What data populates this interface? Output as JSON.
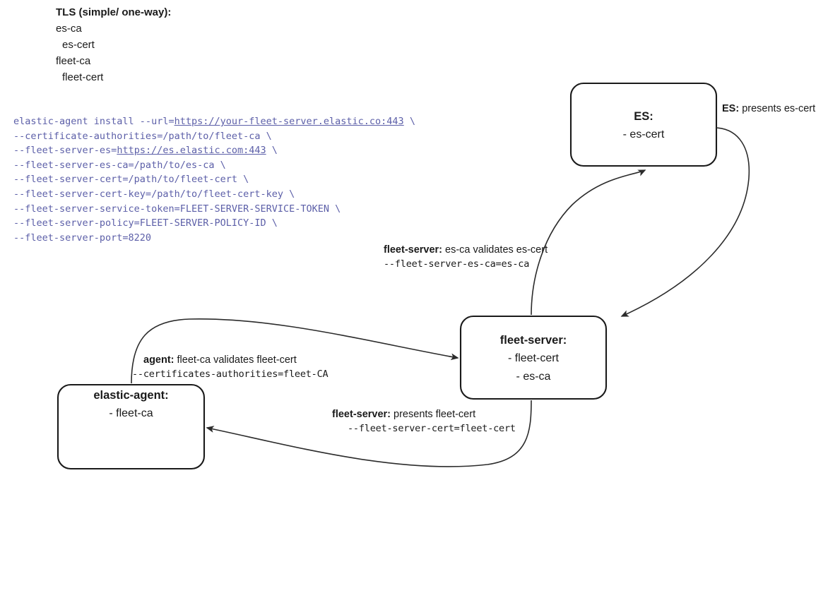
{
  "legend": {
    "title": "TLS (simple/ one-way):",
    "lines": [
      "es-ca",
      "es-cert",
      "fleet-ca",
      "fleet-cert"
    ]
  },
  "command": {
    "lines": [
      {
        "pre": "elastic-agent install --url=",
        "link": "https://your-fleet-server.elastic.co:443",
        "post": " \\"
      },
      {
        "pre": "--certificate-authorities=/path/to/fleet-ca \\",
        "link": "",
        "post": ""
      },
      {
        "pre": "--fleet-server-es=",
        "link": "https://es.elastic.com:443",
        "post": " \\"
      },
      {
        "pre": "--fleet-server-es-ca=/path/to/es-ca \\",
        "link": "",
        "post": ""
      },
      {
        "pre": "--fleet-server-cert=/path/to/fleet-cert \\",
        "link": "",
        "post": ""
      },
      {
        "pre": "--fleet-server-cert-key=/path/to/fleet-cert-key \\",
        "link": "",
        "post": ""
      },
      {
        "pre": "--fleet-server-service-token=FLEET-SERVER-SERVICE-TOKEN \\",
        "link": "",
        "post": ""
      },
      {
        "pre": "--fleet-server-policy=FLEET-SERVER-POLICY-ID \\",
        "link": "",
        "post": ""
      },
      {
        "pre": "--fleet-server-port=8220",
        "link": "",
        "post": ""
      }
    ],
    "color": "#5c5fa8"
  },
  "nodes": {
    "es": {
      "title": "ES:",
      "attrs": [
        "- es-cert"
      ]
    },
    "fleet_server": {
      "title": "fleet-server:",
      "attrs": [
        "- fleet-cert",
        "- es-ca"
      ]
    },
    "elastic_agent": {
      "title": "elastic-agent:",
      "attrs": [
        "- fleet-ca"
      ]
    }
  },
  "edge_labels": {
    "es_presents": {
      "strong": "ES:",
      "rest": " presents es-cert"
    },
    "fleet_validates": {
      "strong": "fleet-server:",
      "rest": " es-ca validates es-cert",
      "mono": "--fleet-server-es-ca=es-ca"
    },
    "agent_validates": {
      "strong": "agent:",
      "rest": " fleet-ca validates fleet-cert",
      "mono": "--certificates-authorities=fleet-CA"
    },
    "fleet_presents": {
      "strong": "fleet-server:",
      "rest": " presents fleet-cert",
      "mono": "--fleet-server-cert=fleet-cert"
    }
  },
  "colors": {
    "stroke": "#2b2b2b",
    "box_border": "#1a1a1a",
    "code": "#5c5fa8",
    "background": "#ffffff"
  }
}
